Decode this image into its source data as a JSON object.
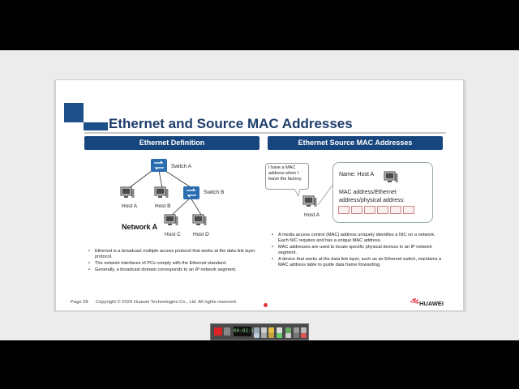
{
  "slide": {
    "title": "Ethernet and Source MAC Addresses",
    "left_section": {
      "heading": "Ethernet Definition",
      "diagram": {
        "switch_a": "Switch A",
        "switch_b": "Switch B",
        "host_a": "Host A",
        "host_b": "Host B",
        "host_c": "Host C",
        "host_d": "Host D",
        "network": "Network A"
      },
      "bullets": [
        "Ethernet is a broadcast multiple access protocol that works at the data link layer protocol.",
        "The network interfaces of PCs comply with the Ethernet standard.",
        "Generally, a broadcast domain corresponds to an IP network segment."
      ]
    },
    "right_section": {
      "heading": "Ethernet Source MAC Addresses",
      "bubble": "I have a MAC address when I leave the factory.",
      "host_label": "Host A",
      "panel_name": "Name: Host A",
      "panel_mac_label": "MAC address/Ethernet address/physical address:",
      "bullets": [
        "A media access control (MAC) address uniquely identifies a NIC on a network. Each NIC requires and has a unique MAC address.",
        "MAC addresses are used to locate specific physical devices in an IP network segment.",
        "A device that works at the data link layer, such as an Ethernet switch, maintains a MAC address table to guide data frame forwarding."
      ]
    },
    "footer": {
      "page": "Page 28",
      "copyright": "Copyright © 2020 Huawei Technologies Co., Ltd. All rights reserved.",
      "brand": "HUAWEI"
    }
  },
  "recorder_toolbar": {
    "timer": "00:02:15"
  },
  "colors": {
    "brand_blue": "#17467e",
    "huawei_red": "#e0202b"
  }
}
